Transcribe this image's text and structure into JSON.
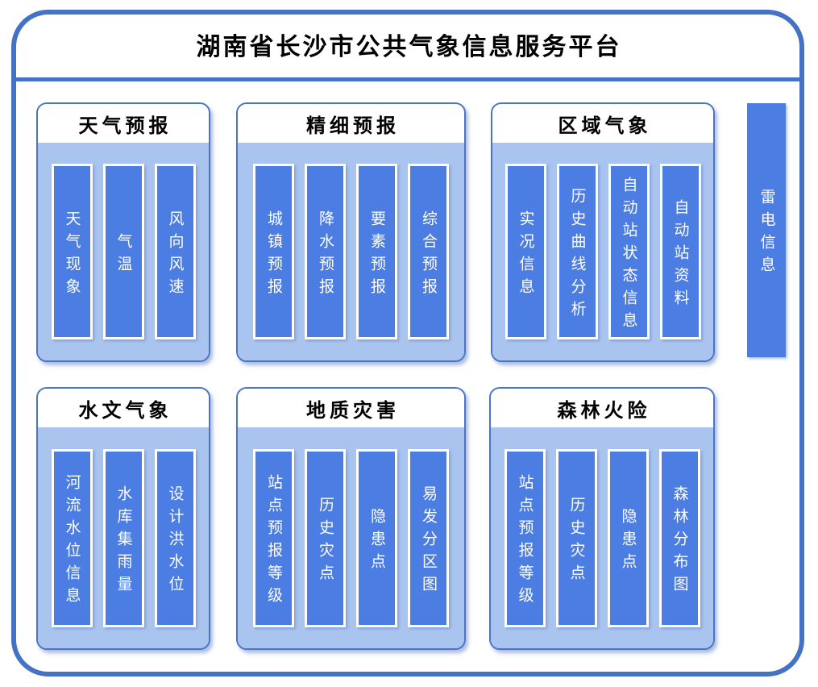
{
  "title": "湖南省长沙市公共气象信息服务平台",
  "groups": [
    {
      "label": "天气预报",
      "items": [
        "天气现象",
        "气温",
        "风向风速"
      ]
    },
    {
      "label": "精细预报",
      "items": [
        "城镇预报",
        "降水预报",
        "要素预报",
        "综合预报"
      ]
    },
    {
      "label": "区域气象",
      "items": [
        "实况信息",
        "历史曲线分析",
        "自动站状态信息",
        "自动站资料"
      ]
    },
    {
      "label": "水文气象",
      "items": [
        "河流水位信息",
        "水库集雨量",
        "设计洪水位"
      ]
    },
    {
      "label": "地质灾害",
      "items": [
        "站点预报等级",
        "历史灾点",
        "隐患点",
        "易发分区图"
      ]
    },
    {
      "label": "森林火险",
      "items": [
        "站点预报等级",
        "历史灾点",
        "隐患点",
        "森林分布图"
      ]
    }
  ],
  "side_item": {
    "label": "雷电信息"
  },
  "colors": {
    "frame_border": "#4472C4",
    "panel_fill": "#A9C4EF",
    "bar_fill": "#4C7DE2",
    "bar_text": "#FFFFFF",
    "title_text": "#000000"
  }
}
